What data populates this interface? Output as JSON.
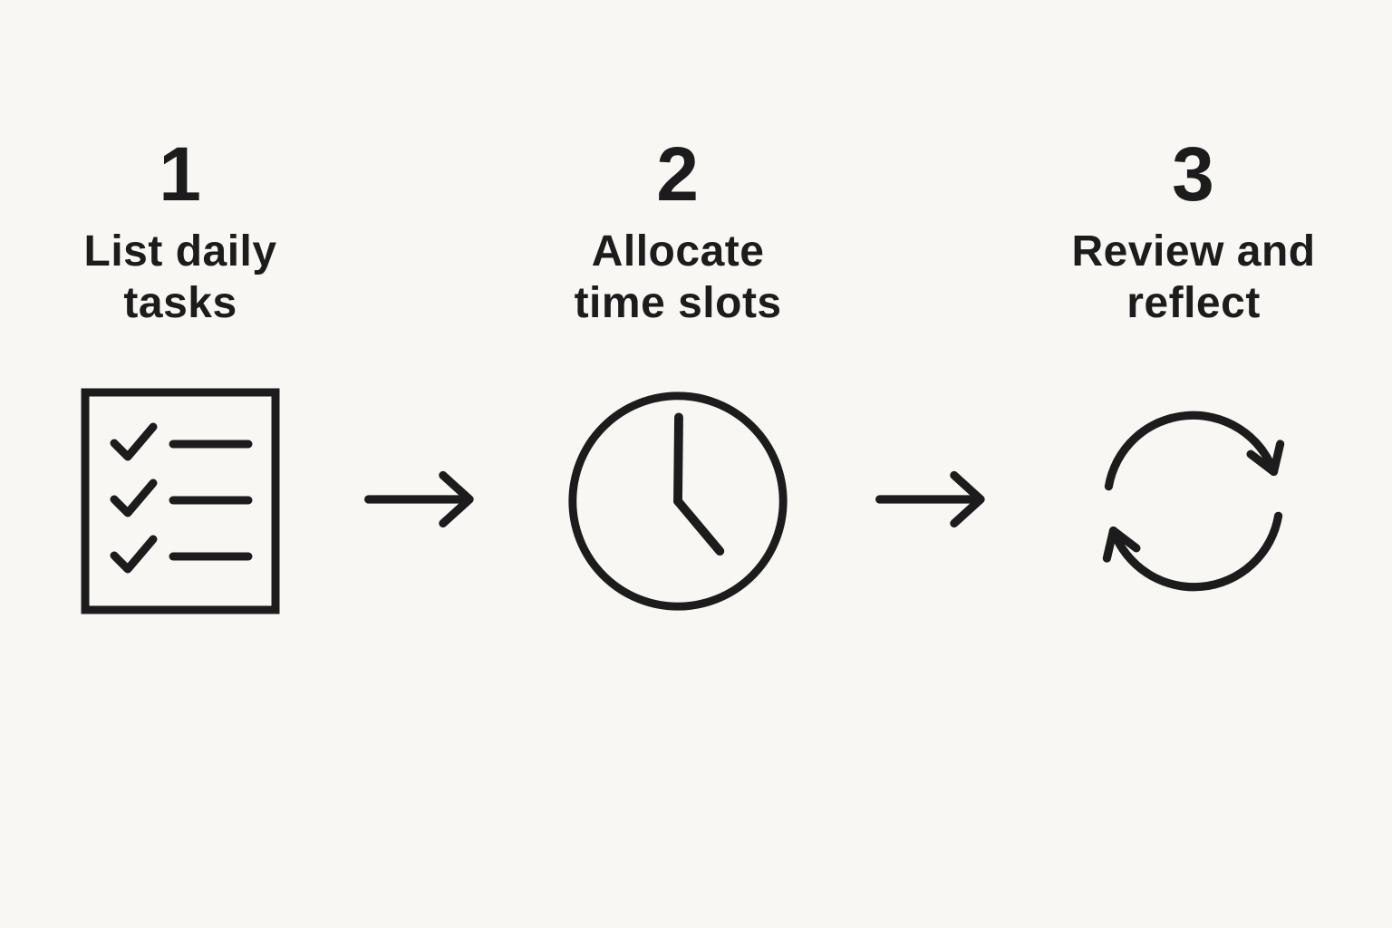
{
  "colors": {
    "background": "#f8f7f4",
    "ink": "#1c1c1c"
  },
  "steps": [
    {
      "number": "1",
      "label": "List daily\ntasks",
      "icon": "checklist-icon"
    },
    {
      "number": "2",
      "label": "Allocate\ntime slots",
      "icon": "clock-icon"
    },
    {
      "number": "3",
      "label": "Review and\nreflect",
      "icon": "refresh-cycle-icon"
    }
  ],
  "connector": {
    "icon": "right-arrow-icon"
  }
}
